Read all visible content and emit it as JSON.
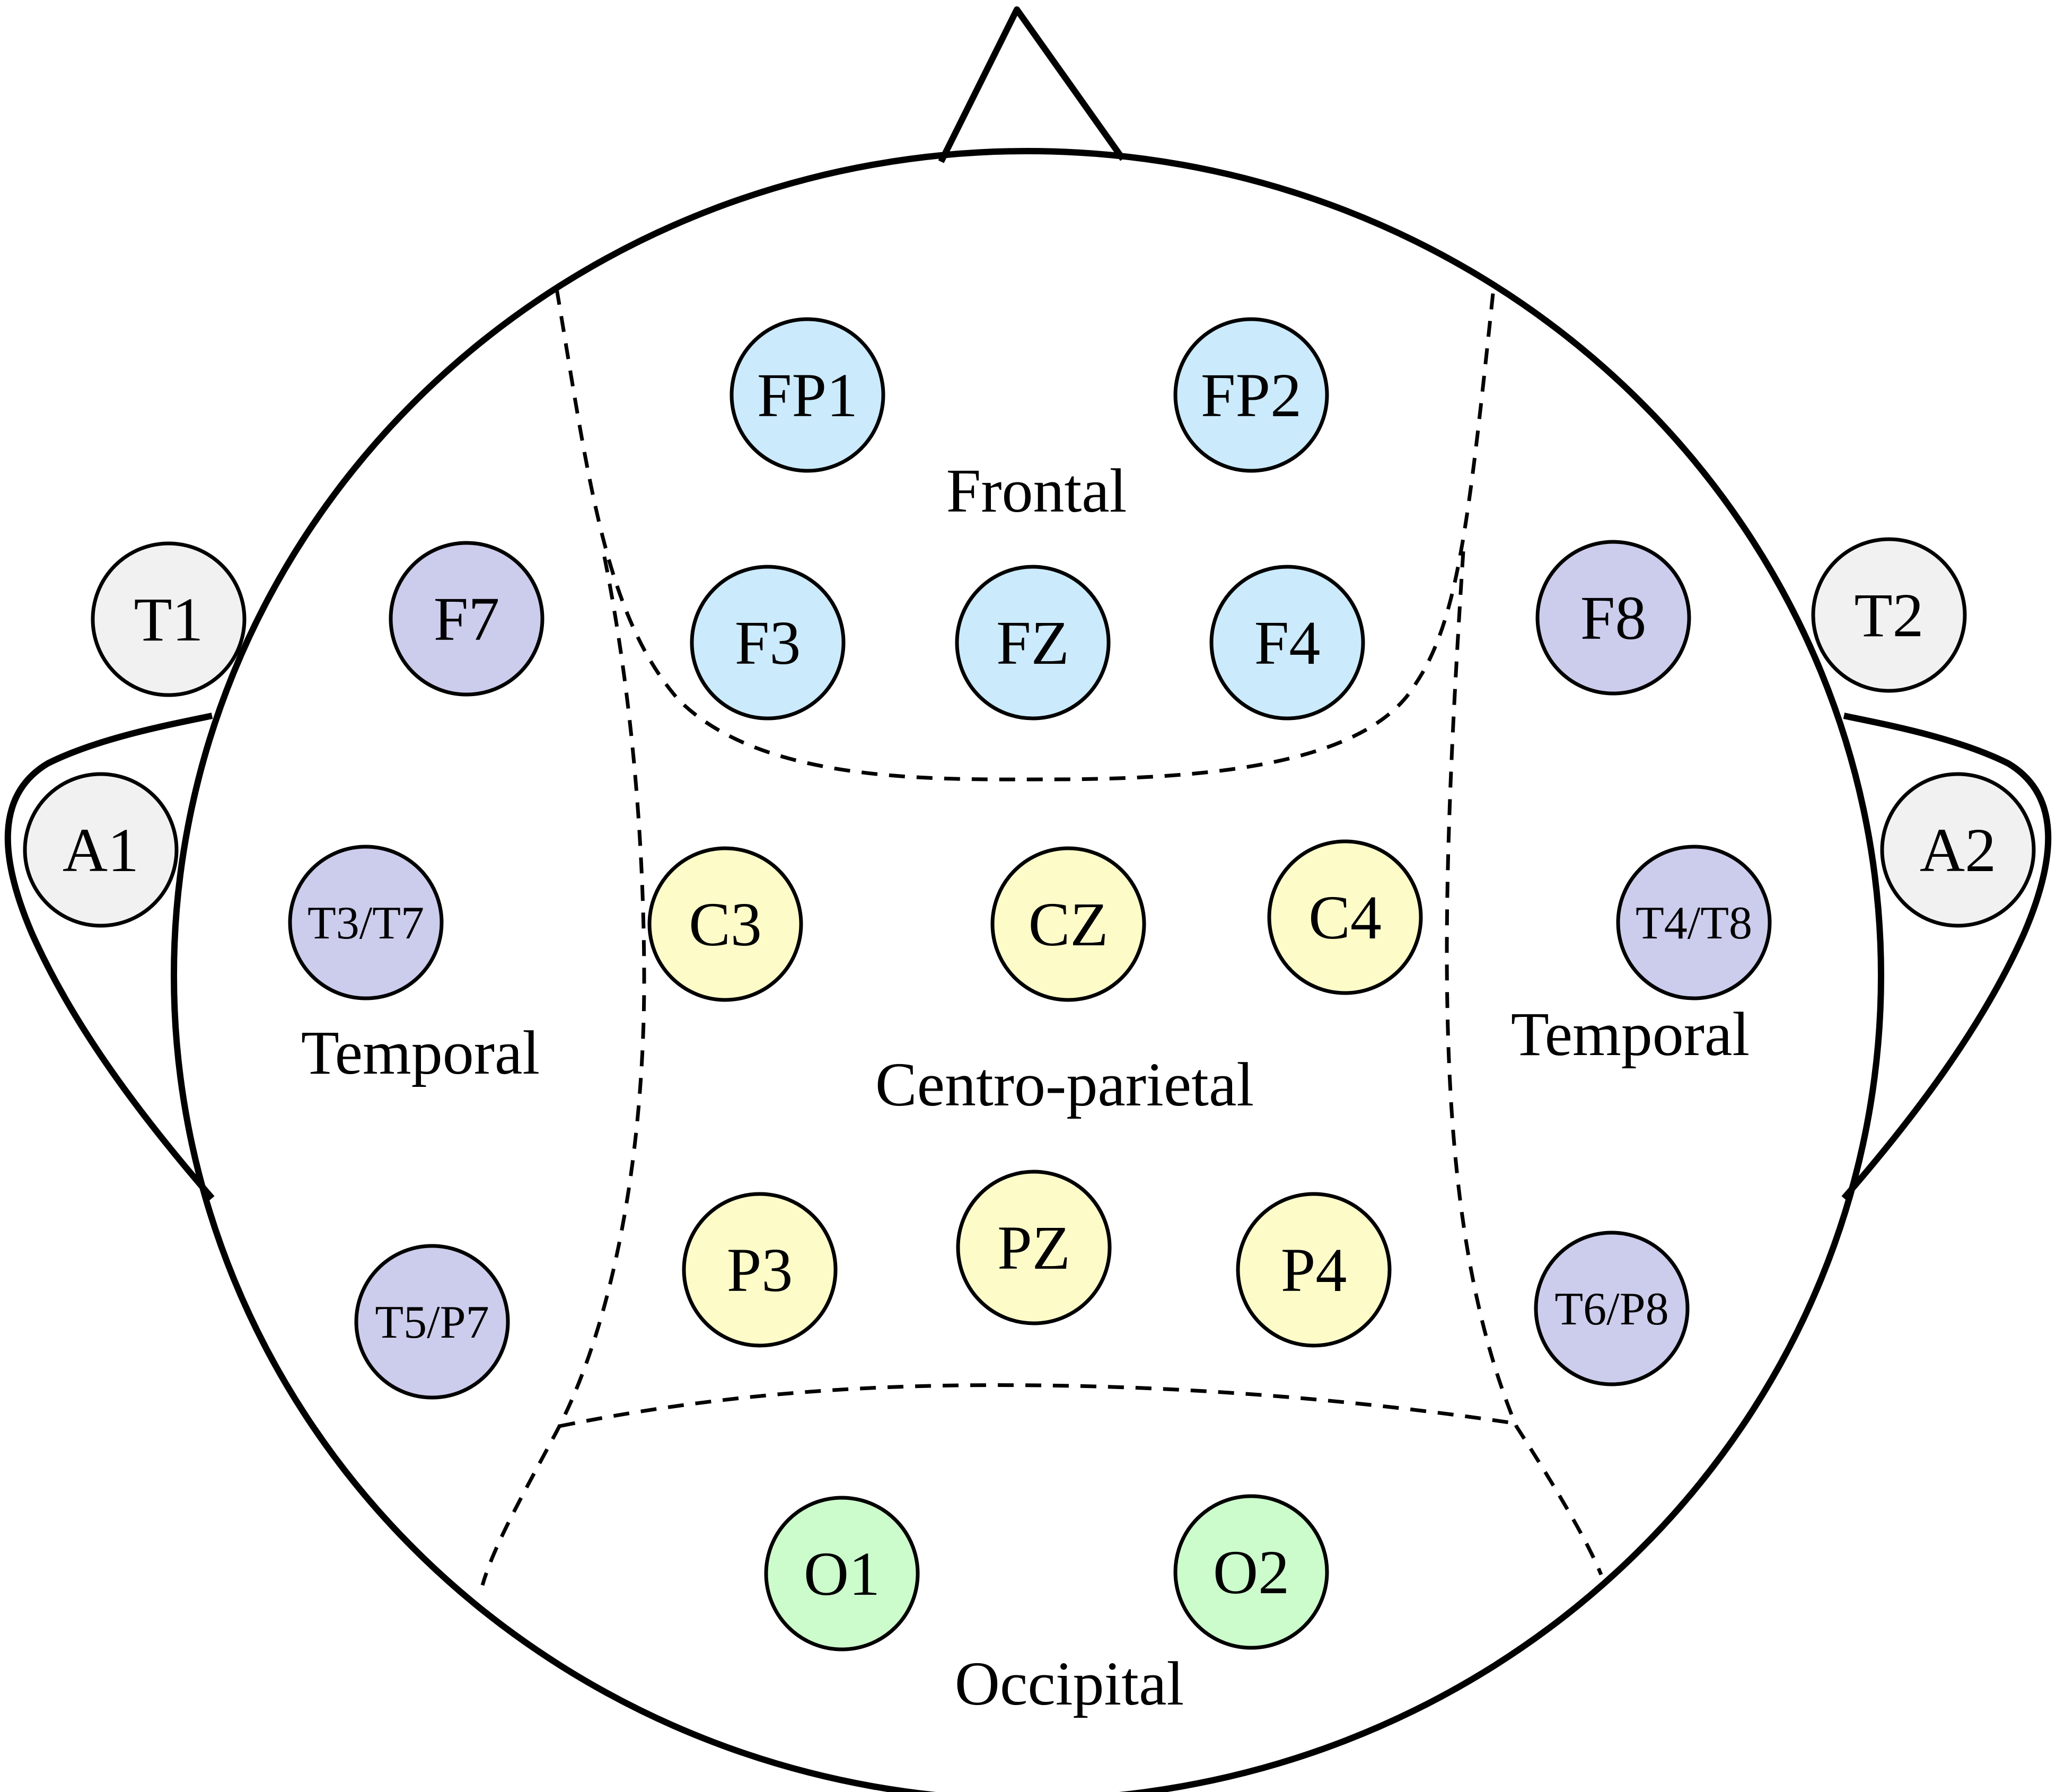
{
  "colors": {
    "frontal": "#cbeafc",
    "central": "#fdfcc9",
    "parietal": "#fdfcc9",
    "temporal": "#ccccec",
    "occipital": "#ccfccc",
    "reference": "#f1f1f1"
  },
  "regions": {
    "frontal": "Frontal",
    "temporal_left": "Temporal",
    "temporal_right": "Temporal",
    "centro_parietal": "Centro-parietal",
    "occipital": "Occipital"
  },
  "electrodes": [
    {
      "id": "fp1",
      "label": "FP1",
      "group": "frontal"
    },
    {
      "id": "fp2",
      "label": "FP2",
      "group": "frontal"
    },
    {
      "id": "f3",
      "label": "F3",
      "group": "frontal"
    },
    {
      "id": "fz",
      "label": "FZ",
      "group": "frontal"
    },
    {
      "id": "f4",
      "label": "F4",
      "group": "frontal"
    },
    {
      "id": "f7",
      "label": "F7",
      "group": "temporal"
    },
    {
      "id": "f8",
      "label": "F8",
      "group": "temporal"
    },
    {
      "id": "t3t7",
      "label": "T3/T7",
      "group": "temporal"
    },
    {
      "id": "t4t8",
      "label": "T4/T8",
      "group": "temporal"
    },
    {
      "id": "t5p7",
      "label": "T5/P7",
      "group": "temporal"
    },
    {
      "id": "t6p8",
      "label": "T6/P8",
      "group": "temporal"
    },
    {
      "id": "c3",
      "label": "C3",
      "group": "central"
    },
    {
      "id": "cz",
      "label": "CZ",
      "group": "central"
    },
    {
      "id": "c4",
      "label": "C4",
      "group": "central"
    },
    {
      "id": "p3",
      "label": "P3",
      "group": "parietal"
    },
    {
      "id": "pz",
      "label": "PZ",
      "group": "parietal"
    },
    {
      "id": "p4",
      "label": "P4",
      "group": "parietal"
    },
    {
      "id": "o1",
      "label": "O1",
      "group": "occipital"
    },
    {
      "id": "o2",
      "label": "O2",
      "group": "occipital"
    },
    {
      "id": "t1",
      "label": "T1",
      "group": "reference"
    },
    {
      "id": "t2",
      "label": "T2",
      "group": "reference"
    },
    {
      "id": "a1",
      "label": "A1",
      "group": "reference"
    },
    {
      "id": "a2",
      "label": "A2",
      "group": "reference"
    }
  ]
}
